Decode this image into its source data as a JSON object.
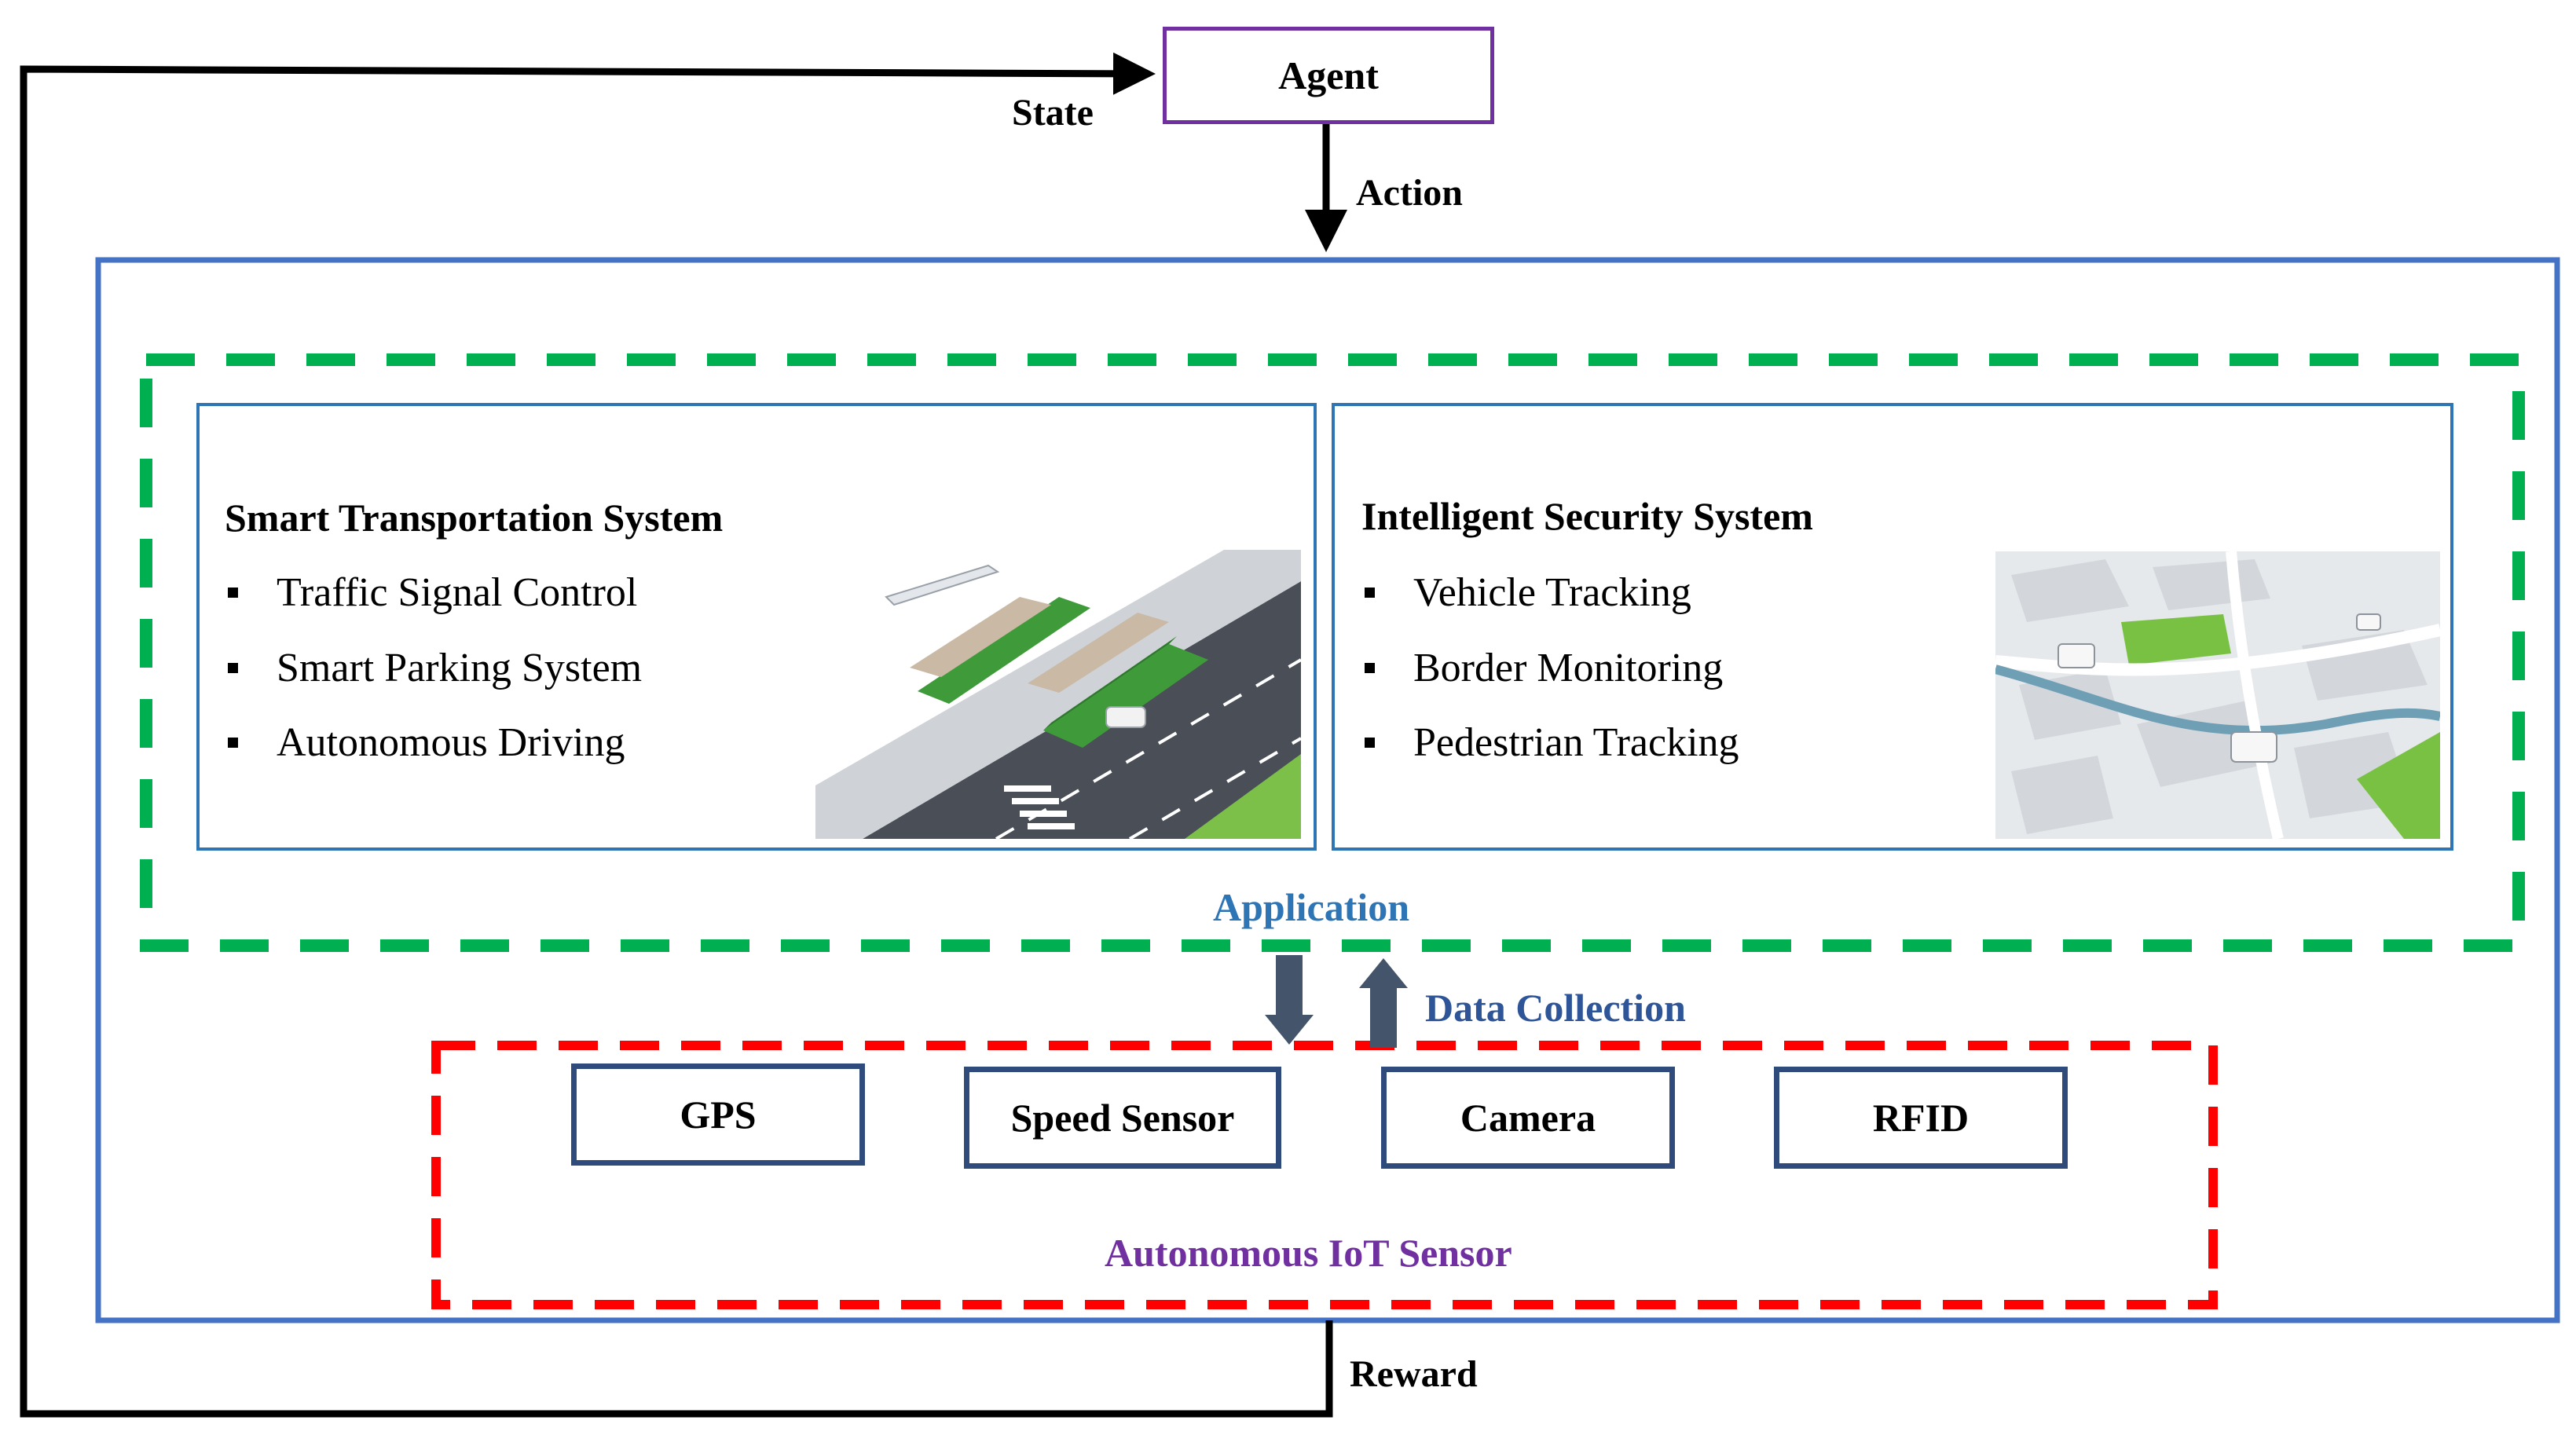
{
  "agent": {
    "label": "Agent"
  },
  "loop": {
    "state_label": "State",
    "action_label": "Action",
    "reward_label": "Reward"
  },
  "application": {
    "label": "Application",
    "smart_transport": {
      "title": "Smart Transportation System",
      "items": [
        "Traffic Signal Control",
        "Smart Parking System",
        "Autonomous Driving"
      ]
    },
    "security": {
      "title": "Intelligent Security System",
      "items": [
        "Vehicle Tracking",
        "Border Monitoring",
        "Pedestrian Tracking"
      ]
    }
  },
  "data_collection": {
    "label": "Data Collection"
  },
  "sensors": {
    "label": "Autonomous IoT Sensor",
    "items": [
      "GPS",
      "Speed Sensor",
      "Camera",
      "RFID"
    ]
  },
  "colors": {
    "environment_border": "#4472c4",
    "application_border": "#00b050",
    "sensor_region_border": "#ff0000",
    "sensor_box_border": "#2f4b7c",
    "agent_border": "#7030a0",
    "application_label": "#2e75b6",
    "data_collection_label": "#2e5597",
    "sensor_label": "#7030a0",
    "arrow_dark": "#44546a"
  }
}
